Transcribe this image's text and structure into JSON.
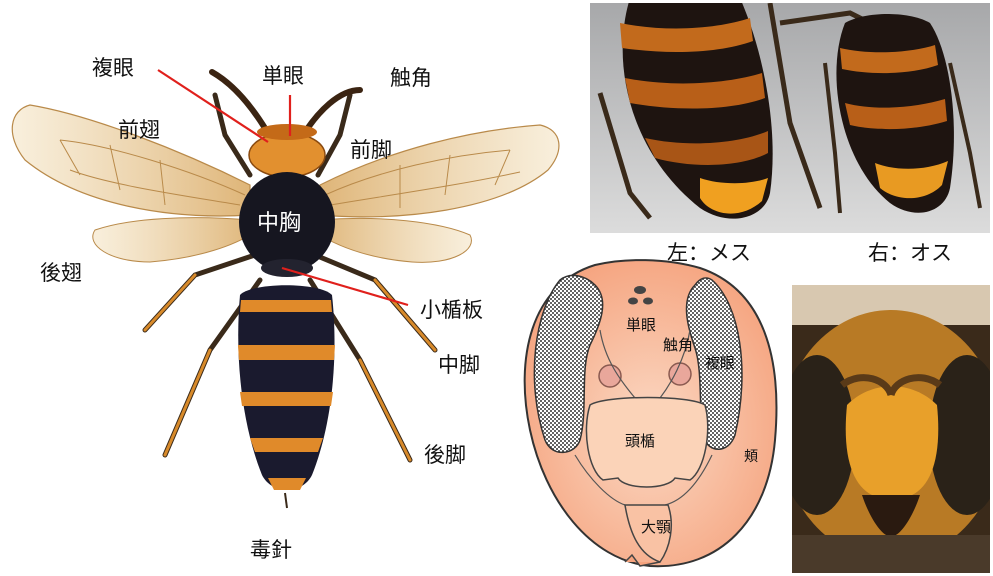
{
  "hornet_labels": {
    "compound_eye": "複眼",
    "ocelli": "単眼",
    "antenna": "触角",
    "forewing": "前翅",
    "foreleg": "前脚",
    "mesothorax": "中胸",
    "hindwing": "後翅",
    "scutellum": "小楯板",
    "midleg": "中脚",
    "hindleg": "後脚",
    "stinger": "毒針"
  },
  "abdomen_captions": {
    "left": "左：メス",
    "right": "右：オス"
  },
  "head_labels": {
    "ocelli": "単眼",
    "antenna": "触角",
    "compound_eye": "複眼",
    "clypeus": "頭楯",
    "cheek": "頬",
    "mandible": "大顎"
  },
  "colors": {
    "pointer_line": "#e0201c",
    "head_fill": "#f5a37e",
    "clypeus_fill": "#fbd9c4",
    "hornet_orange": "#e08a2a",
    "hornet_dark": "#1a1a2e"
  }
}
